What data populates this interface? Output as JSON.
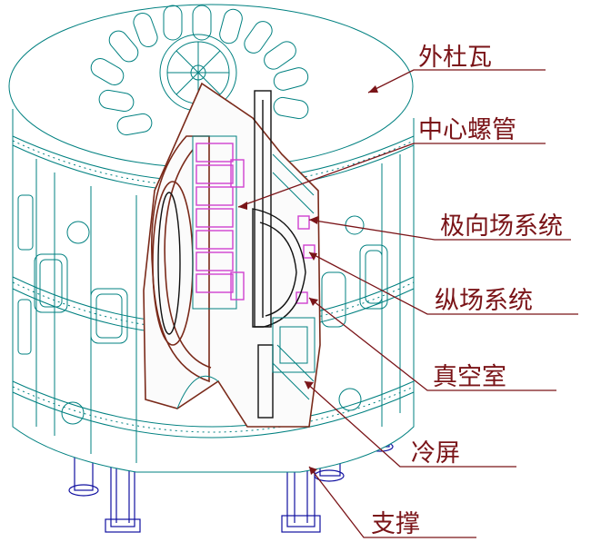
{
  "diagram": {
    "labels": [
      {
        "id": "outer-dewar",
        "text": "外杜瓦"
      },
      {
        "id": "central-solenoid",
        "text": "中心螺管"
      },
      {
        "id": "poloidal-field-system",
        "text": "极向场系统"
      },
      {
        "id": "toroidal-field-system",
        "text": "纵场系统"
      },
      {
        "id": "vacuum-vessel",
        "text": "真空室"
      },
      {
        "id": "thermal-shield",
        "text": "冷屏"
      },
      {
        "id": "support",
        "text": "支撑"
      }
    ],
    "colors": {
      "structure": "#008080",
      "label": "#7a1418",
      "coil": "#d040d0",
      "vessel": "#7a2a1a",
      "support": "#1010a0"
    }
  }
}
